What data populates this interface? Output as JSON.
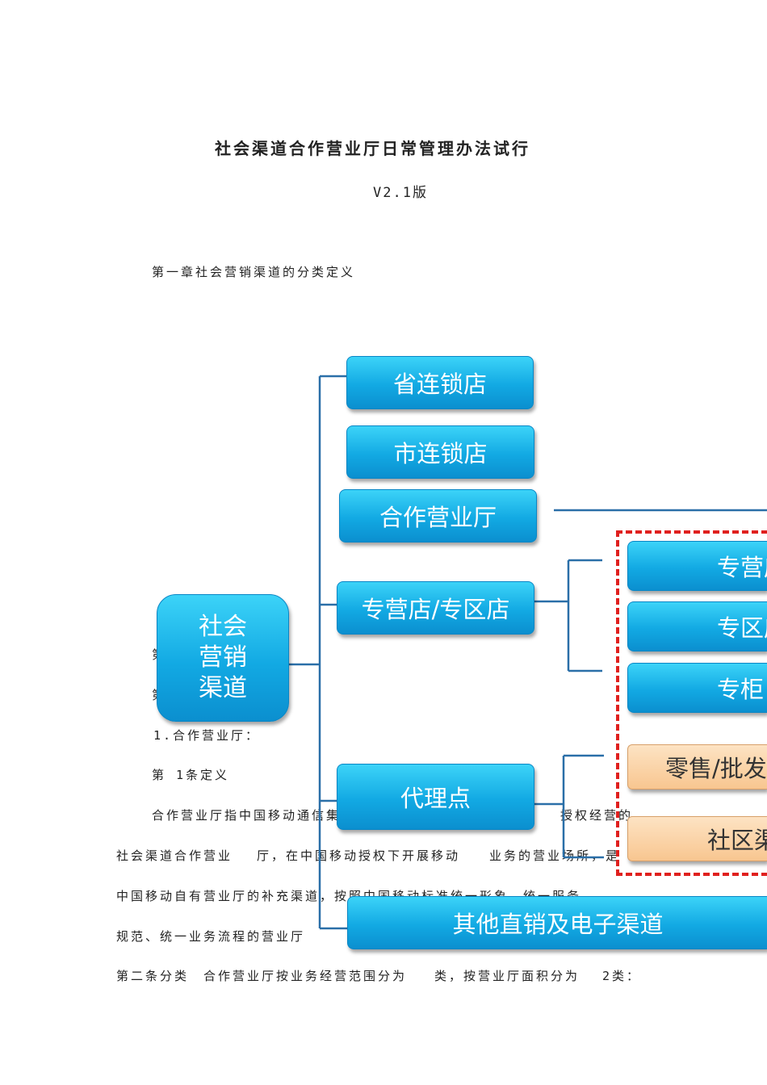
{
  "document": {
    "title": "社会渠道合作营业厅日常管理办法试行",
    "version": "V2.1版",
    "intro": "第一章社会营销渠道的分类定义",
    "fragments": {
      "l1": "第",
      "l2": "第",
      "l3": "1.合作营业厅：",
      "l4": "第 1条定义",
      "l5a": "合作营业厅指中国移动通信集团公司",
      "l5b": "授权经营的",
      "l6a": "社会渠道合作营业",
      "l6b": "厅，在中国移动授权下开展移动",
      "l6c": "业务的营业场所，是",
      "l7": "中国移动自有营业厅的补充渠道，按照中国移动标准统一形象、统一服务",
      "l8": "规范、统一业务流程的营业厅",
      "l9a": "第二条分类",
      "l9b": "合作营业厅按业务经营范围分为",
      "l9c": "类，按营业厅面积分为",
      "l9d": "2类："
    }
  },
  "diagram": {
    "root": [
      "社会",
      "营销",
      "渠道"
    ],
    "level1": {
      "province_chain": "省连锁店",
      "city_chain": "市连锁店",
      "coop_hall": "合作营业厅",
      "exclusive": "专营店/专区店",
      "agent": "代理点",
      "other": "其他直销及电子渠道"
    },
    "level2": {
      "exclusive_store": "专营店",
      "zone_store": "专区店",
      "counter": "专柜",
      "retail_wholesale": "零售/批发店",
      "community": "社区渠道"
    },
    "colors": {
      "box_blue": "#12a9e3",
      "box_orange": "#f8c690",
      "connector": "#2a6fa8",
      "dash_border": "#e0201e"
    }
  }
}
